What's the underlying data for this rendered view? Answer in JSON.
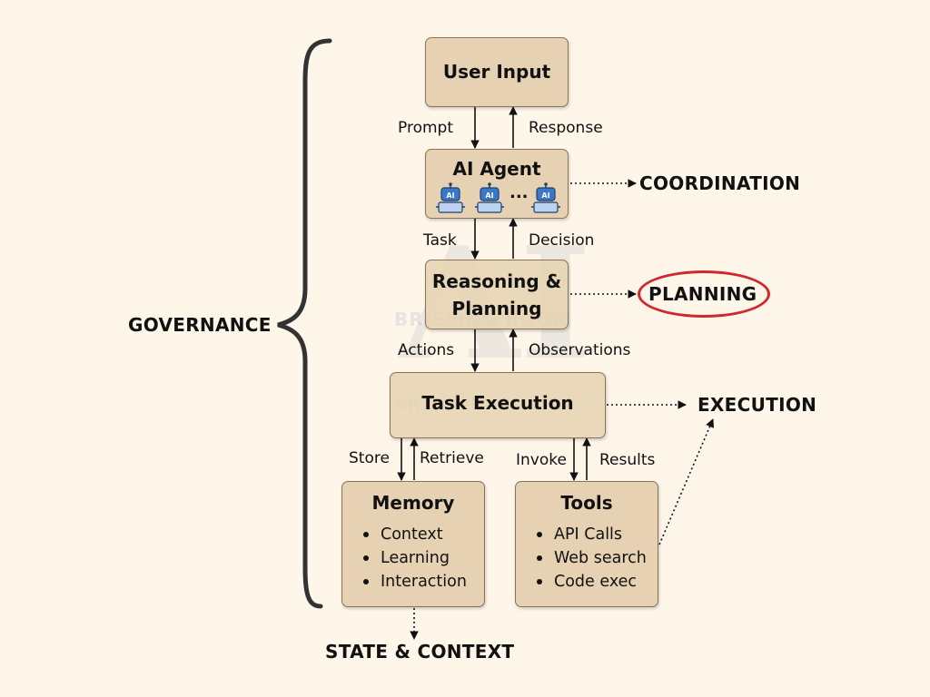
{
  "nodes": {
    "user_input": "User Input",
    "ai_agent": "AI Agent",
    "agent_ellipsis": "...",
    "reasoning_line1": "Reasoning &",
    "reasoning_line2": "Planning",
    "task_execution": "Task Execution",
    "memory": {
      "title": "Memory",
      "items": [
        "Context",
        "Learning",
        "Interaction"
      ]
    },
    "tools": {
      "title": "Tools",
      "items": [
        "API Calls",
        "Web search",
        "Code exec"
      ]
    }
  },
  "flows": {
    "prompt": "Prompt",
    "response": "Response",
    "task": "Task",
    "decision": "Decision",
    "actions": "Actions",
    "observations": "Observations",
    "store": "Store",
    "retrieve": "Retrieve",
    "invoke": "Invoke",
    "results": "Results"
  },
  "side_labels": {
    "governance": "GOVERNANCE",
    "coordination": "COORDINATION",
    "planning": "PLANNING",
    "execution": "EXECUTION",
    "state_context": "STATE & CONTEXT"
  },
  "watermark": {
    "logo": "AI",
    "line1": "BRIEFING ROOM",
    "line2": "DR. ... NI"
  },
  "colors": {
    "background": "#fdf6e9",
    "box_fill": "#e6d2b2",
    "box_border": "#8a7256",
    "highlight": "#d0282e",
    "robot_blue": "#3a78c9"
  },
  "icons": [
    "agent-robot-icon",
    "agent-robot-icon",
    "agent-robot-icon"
  ]
}
